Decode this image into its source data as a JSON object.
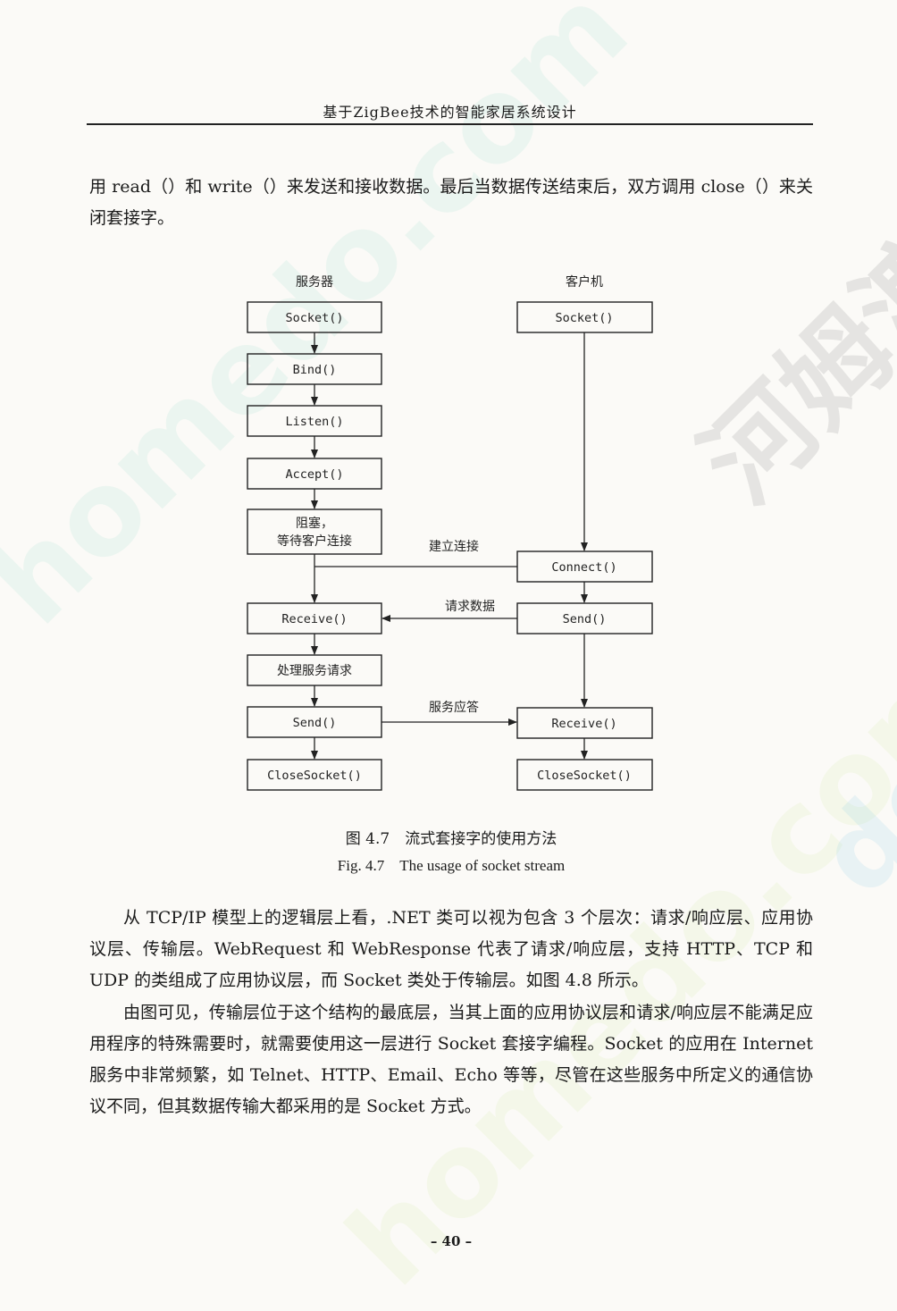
{
  "header": {
    "title": "基于ZigBee技术的智能家居系统设计"
  },
  "paragraphs": {
    "p1": "用 read（）和 write（）来发送和接收数据。最后当数据传送结束后，双方调用 close（）来关闭套接字。",
    "p2": "从 TCP/IP 模型上的逻辑层上看，.NET 类可以视为包含 3 个层次：请求/响应层、应用协议层、传输层。WebRequest 和 WebResponse 代表了请求/响应层，支持 HTTP、TCP 和 UDP 的类组成了应用协议层，而 Socket 类处于传输层。如图 4.8 所示。",
    "p3": "由图可见，传输层位于这个结构的最底层，当其上面的应用协议层和请求/响应层不能满足应用程序的特殊需要时，就需要使用这一层进行 Socket 套接字编程。Socket 的应用在 Internet 服务中非常频繁，如 Telnet、HTTP、Email、Echo 等等，尽管在这些服务中所定义的通信协议不同，但其数据传输大都采用的是 Socket 方式。"
  },
  "figure": {
    "server_title": "服务器",
    "client_title": "客户机",
    "server_steps": [
      "Socket()",
      "Bind()",
      "Listen()",
      "Accept()",
      "阻塞，",
      "等待客户连接",
      "Receive()",
      "处理服务请求",
      "Send()",
      "CloseSocket()"
    ],
    "client_steps": [
      "Socket()",
      "Connect()",
      "Send()",
      "Receive()",
      "CloseSocket()"
    ],
    "links": {
      "connect": "建立连接",
      "request": "请求数据",
      "response": "服务应答"
    },
    "caption_zh": "图 4.7　流式套接字的使用方法",
    "caption_en": "Fig. 4.7　The usage of socket stream"
  },
  "watermark": {
    "text1": "homedo.com",
    "text2": "homedo.com",
    "text3": "河姆渡",
    "text4": "do.co"
  },
  "page_number": "– 40 –"
}
